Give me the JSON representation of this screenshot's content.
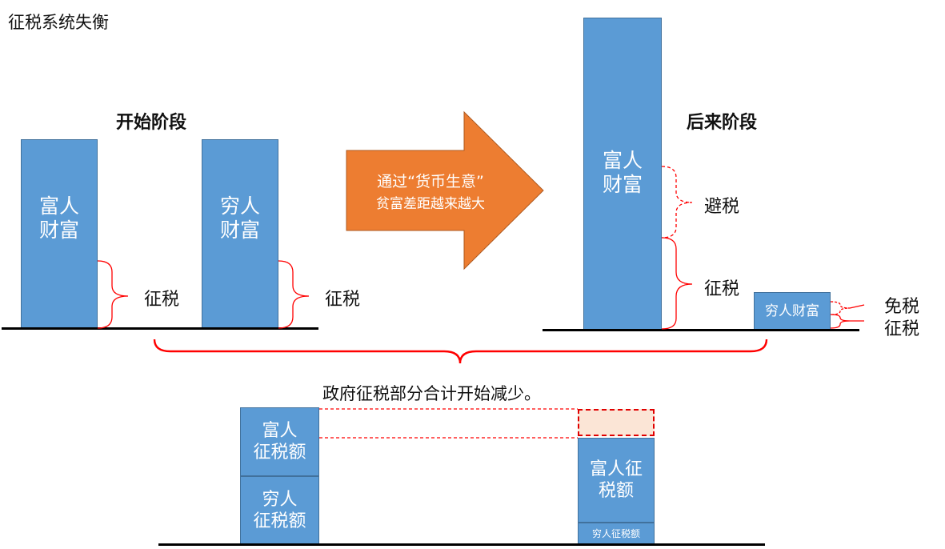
{
  "title": "征税系统失衡",
  "stage_start": {
    "label": "开始阶段",
    "rich_bar": [
      "富人",
      "财富"
    ],
    "poor_bar": [
      "穷人",
      "财富"
    ],
    "rich_tax": "征税",
    "poor_tax": "征税"
  },
  "arrow": {
    "line1": "通过“货币生意”",
    "line2": "贫富差距越来越大",
    "color": "#ed7d31"
  },
  "stage_later": {
    "label": "后来阶段",
    "rich_bar": [
      "富人",
      "财富"
    ],
    "poor_bar": "穷人财富",
    "avoid_tax": "避税",
    "rich_tax": "征税",
    "exempt": "免税",
    "poor_tax": "征税"
  },
  "summary": "政府征税部分合计开始减少。",
  "compare": {
    "left_rich": [
      "富人",
      "征税额"
    ],
    "left_poor": [
      "穷人",
      "征税额"
    ],
    "right_rich": [
      "富人征",
      "税额"
    ],
    "right_poor": "穷人征税额"
  },
  "colors": {
    "bar": "#5b9bd5",
    "bracket": "#ff0000",
    "ghost": "#fbe5d6"
  }
}
